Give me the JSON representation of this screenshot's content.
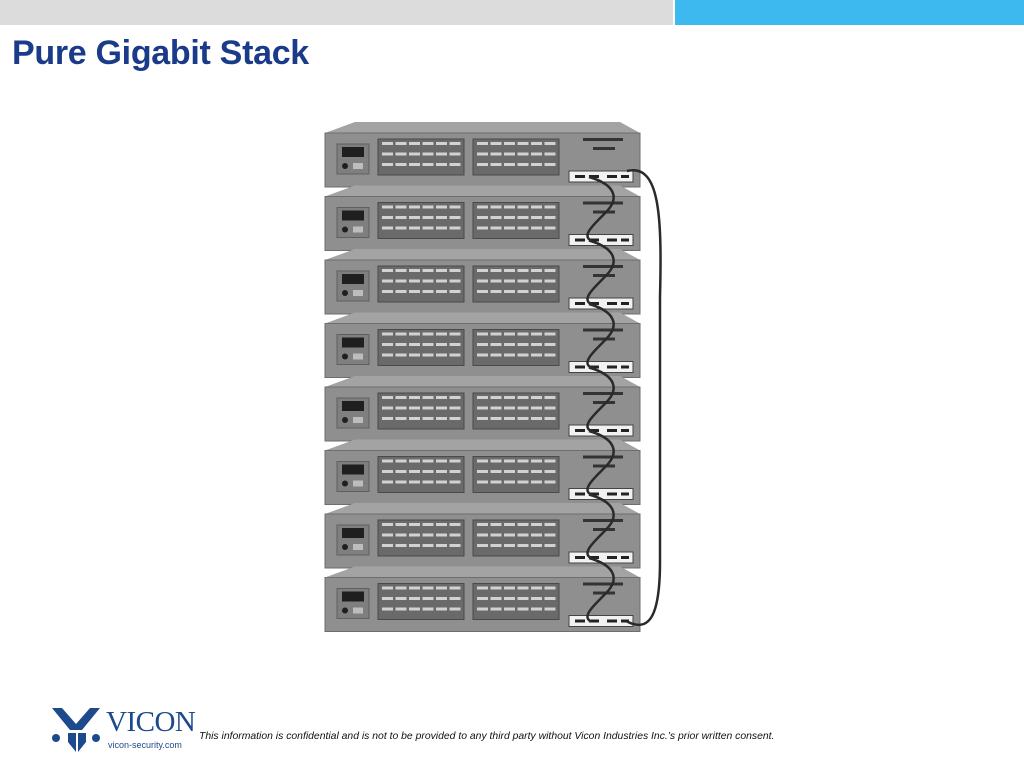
{
  "slide": {
    "title": "Pure Gigabit Stack",
    "accent_color": "#3db9ef",
    "title_color": "#1a3a8a"
  },
  "diagram": {
    "subject": "stacked-network-switches",
    "units": 8,
    "device_icon": "network-switch-icon",
    "cable_icon": "stacking-cable-icon"
  },
  "footer": {
    "logo_name": "VICON",
    "logo_url": "vicon-security.com",
    "confidential_notice": "This information is confidential and is not to be provided to any third party without Vicon Industries Inc.’s  prior written consent."
  }
}
